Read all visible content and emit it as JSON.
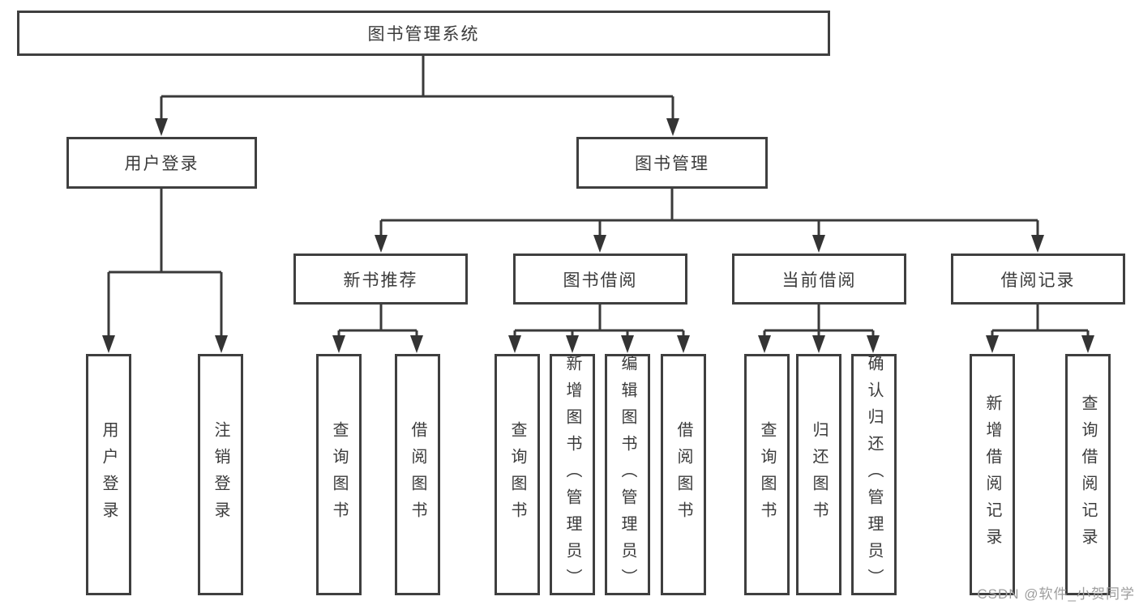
{
  "diagram": {
    "root": {
      "label": "图书管理系统"
    },
    "level2": [
      {
        "label": "用户登录"
      },
      {
        "label": "图书管理"
      }
    ],
    "level3": [
      {
        "label": "新书推荐"
      },
      {
        "label": "图书借阅"
      },
      {
        "label": "当前借阅"
      },
      {
        "label": "借阅记录"
      }
    ],
    "leaves": [
      {
        "label": "用户登录",
        "parent": "用户登录"
      },
      {
        "label": "注销登录",
        "parent": "用户登录"
      },
      {
        "label": "查询图书",
        "parent": "新书推荐"
      },
      {
        "label": "借阅图书",
        "parent": "新书推荐"
      },
      {
        "label": "查询图书",
        "parent": "图书借阅"
      },
      {
        "label": "新增图书（管理员）",
        "parent": "图书借阅"
      },
      {
        "label": "编辑图书（管理员）",
        "parent": "图书借阅"
      },
      {
        "label": "借阅图书",
        "parent": "图书借阅"
      },
      {
        "label": "查询图书",
        "parent": "当前借阅"
      },
      {
        "label": "归还图书",
        "parent": "当前借阅"
      },
      {
        "label": "确认归还（管理员）",
        "parent": "当前借阅"
      },
      {
        "label": "新增借阅记录",
        "parent": "借阅记录"
      },
      {
        "label": "查询借阅记录",
        "parent": "借阅记录"
      }
    ]
  },
  "watermark": {
    "text": "CSDN @软件_小贺同学"
  },
  "colors": {
    "line": "#3a3a3a",
    "box_border": "#3f3f3f",
    "text": "#3b3b3b",
    "watermark": "#9d9d9d",
    "background": "#ffffff"
  }
}
